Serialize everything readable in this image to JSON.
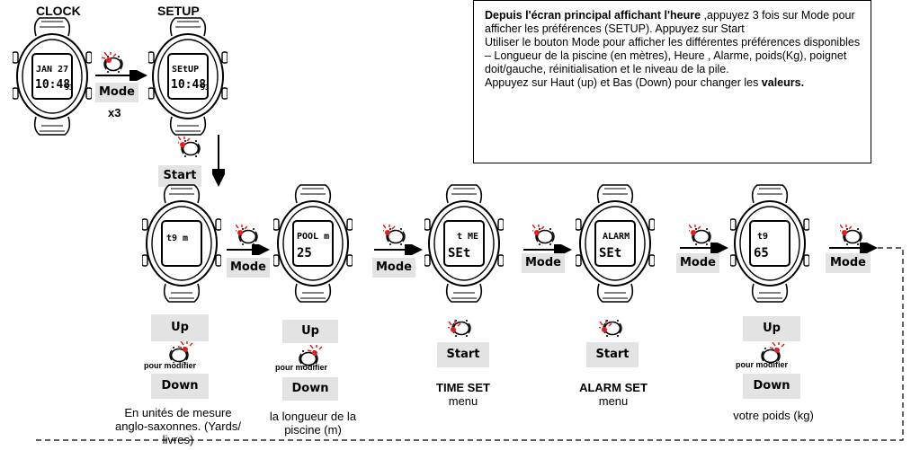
{
  "titles": {
    "clock": "CLOCK",
    "setup": "SETUP"
  },
  "watches": {
    "clock": {
      "line1": "JAN 27",
      "line2": "10:48",
      "sec": "53"
    },
    "setup": {
      "line1": "SEtUP",
      "line2": "10:48",
      "sec": "53"
    },
    "w1": {
      "line1": "t9 m",
      "line2": ""
    },
    "w2": {
      "line1": "POOL m",
      "line2": "25"
    },
    "w3": {
      "line1": "t ME",
      "line2": "SEt"
    },
    "w4": {
      "line1": "ALARM",
      "line2": "SEt"
    },
    "w5": {
      "line1": "t9",
      "line2": "65"
    }
  },
  "buttons": {
    "mode": "Mode",
    "times": "x3",
    "start": "Start",
    "up": "Up",
    "down": "Down",
    "pour_modifier": "pour modifier"
  },
  "captions": {
    "units": "En unités de mesure anglo-saxonnes. (Yards/ livres)",
    "pool": "la longueur de la piscine (m)",
    "time_title": "TIME SET",
    "time_sub": "menu",
    "alarm_title": "ALARM SET",
    "alarm_sub": "menu",
    "weight": "votre poids (kg)"
  },
  "info": {
    "bold_lead": "Depuis l'écran principal affichant l'heure",
    "text1": " ,appuyez 3 fois sur Mode pour afficher  les préférences (SETUP). Appuyez sur Start",
    "text2": "Utiliser le bouton Mode pour afficher les différentes préférences disponibles – Longueur de la piscine (en mètres), Heure , Alarme, poids(Kg), poignet doit/gauche, réinitialisation et le niveau de la pile.",
    "text3": "Appuyez sur Haut (up) et  Bas (Down) pour changer les ",
    "bold_tail": "valeurs."
  }
}
